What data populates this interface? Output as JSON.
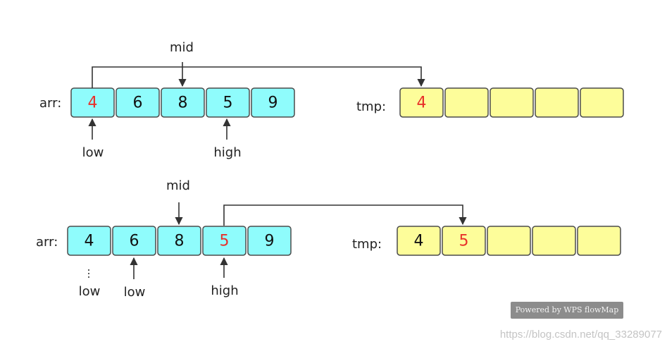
{
  "colors": {
    "arr_fill": "#8ffcfc",
    "tmp_fill": "#fdfd9a",
    "highlight_text": "#e8302a",
    "normal_text": "#111111"
  },
  "rows": [
    {
      "arr_label": "arr:",
      "tmp_label": "tmp:",
      "arr": [
        {
          "v": "4",
          "hl": true
        },
        {
          "v": "6",
          "hl": false
        },
        {
          "v": "8",
          "hl": false
        },
        {
          "v": "5",
          "hl": false
        },
        {
          "v": "9",
          "hl": false
        }
      ],
      "tmp": [
        {
          "v": "4",
          "hl": true
        },
        {
          "v": "",
          "hl": false
        },
        {
          "v": "",
          "hl": false
        },
        {
          "v": "",
          "hl": false
        },
        {
          "v": "",
          "hl": false
        }
      ],
      "pointers": {
        "mid": "mid",
        "low": "low",
        "high": "high"
      }
    },
    {
      "arr_label": "arr:",
      "tmp_label": "tmp:",
      "arr": [
        {
          "v": "4",
          "hl": false
        },
        {
          "v": "6",
          "hl": false
        },
        {
          "v": "8",
          "hl": false
        },
        {
          "v": "5",
          "hl": true
        },
        {
          "v": "9",
          "hl": false
        }
      ],
      "tmp": [
        {
          "v": "4",
          "hl": false
        },
        {
          "v": "5",
          "hl": true
        },
        {
          "v": "",
          "hl": false
        },
        {
          "v": "",
          "hl": false
        },
        {
          "v": "",
          "hl": false
        }
      ],
      "pointers": {
        "mid": "mid",
        "low_old": "low",
        "low": "low",
        "high": "high"
      }
    }
  ],
  "badge": "Powered by WPS flowMap",
  "watermark": "https://blog.csdn.net/qq_33289077"
}
